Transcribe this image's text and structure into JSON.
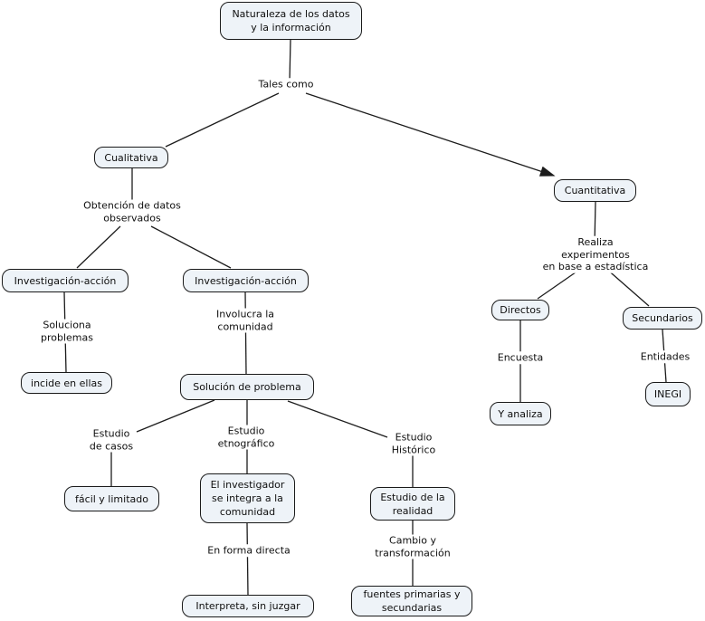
{
  "map": {
    "title": "Naturaleza de los datos y la información",
    "type": "concept-map",
    "colors": {
      "background": "#ffffff",
      "node_fill": "#eef3f8",
      "node_border": "#1a1a1a",
      "connector": "#1c1c1c",
      "text": "#0f0f0f"
    },
    "nodes": {
      "naturaleza": "Naturaleza de los datos\ny la información",
      "cualitativa": "Cualitativa",
      "cuantitativa": "Cuantitativa",
      "investigacion_accion_1": "Investigación-acción",
      "investigacion_accion_2": "Investigación-acción",
      "incide": "incide en ellas",
      "solucion_problema": "Solución de problema",
      "facil_limitado": "fácil y limitado",
      "investigador": "El investigador\nse integra a la\ncomunidad",
      "interpreta": "Interpreta, sin juzgar",
      "estudio_realidad": "Estudio de la\nrealidad",
      "fuentes": "fuentes primarias y\nsecundarias",
      "directos": "Directos",
      "secundarios": "Secundarios",
      "y_analiza": "Y analiza",
      "inegi": "INEGI"
    },
    "links": {
      "tales_como": "Tales como",
      "obtencion": "Obtención de datos\nobservados",
      "soluciona": "Soluciona\nproblemas",
      "involucra": "Involucra la\ncomunidad",
      "estudio_casos": "Estudio\nde casos",
      "estudio_etnografico": "Estudio\netnográfico",
      "estudio_historico": "Estudio\nHistórico",
      "en_forma_directa": "En forma directa",
      "cambio": "Cambio y\ntransformación",
      "realiza": "Realiza experimentos\nen base a estadística",
      "encuesta": "Encuesta",
      "entidades": "Entidades"
    }
  }
}
